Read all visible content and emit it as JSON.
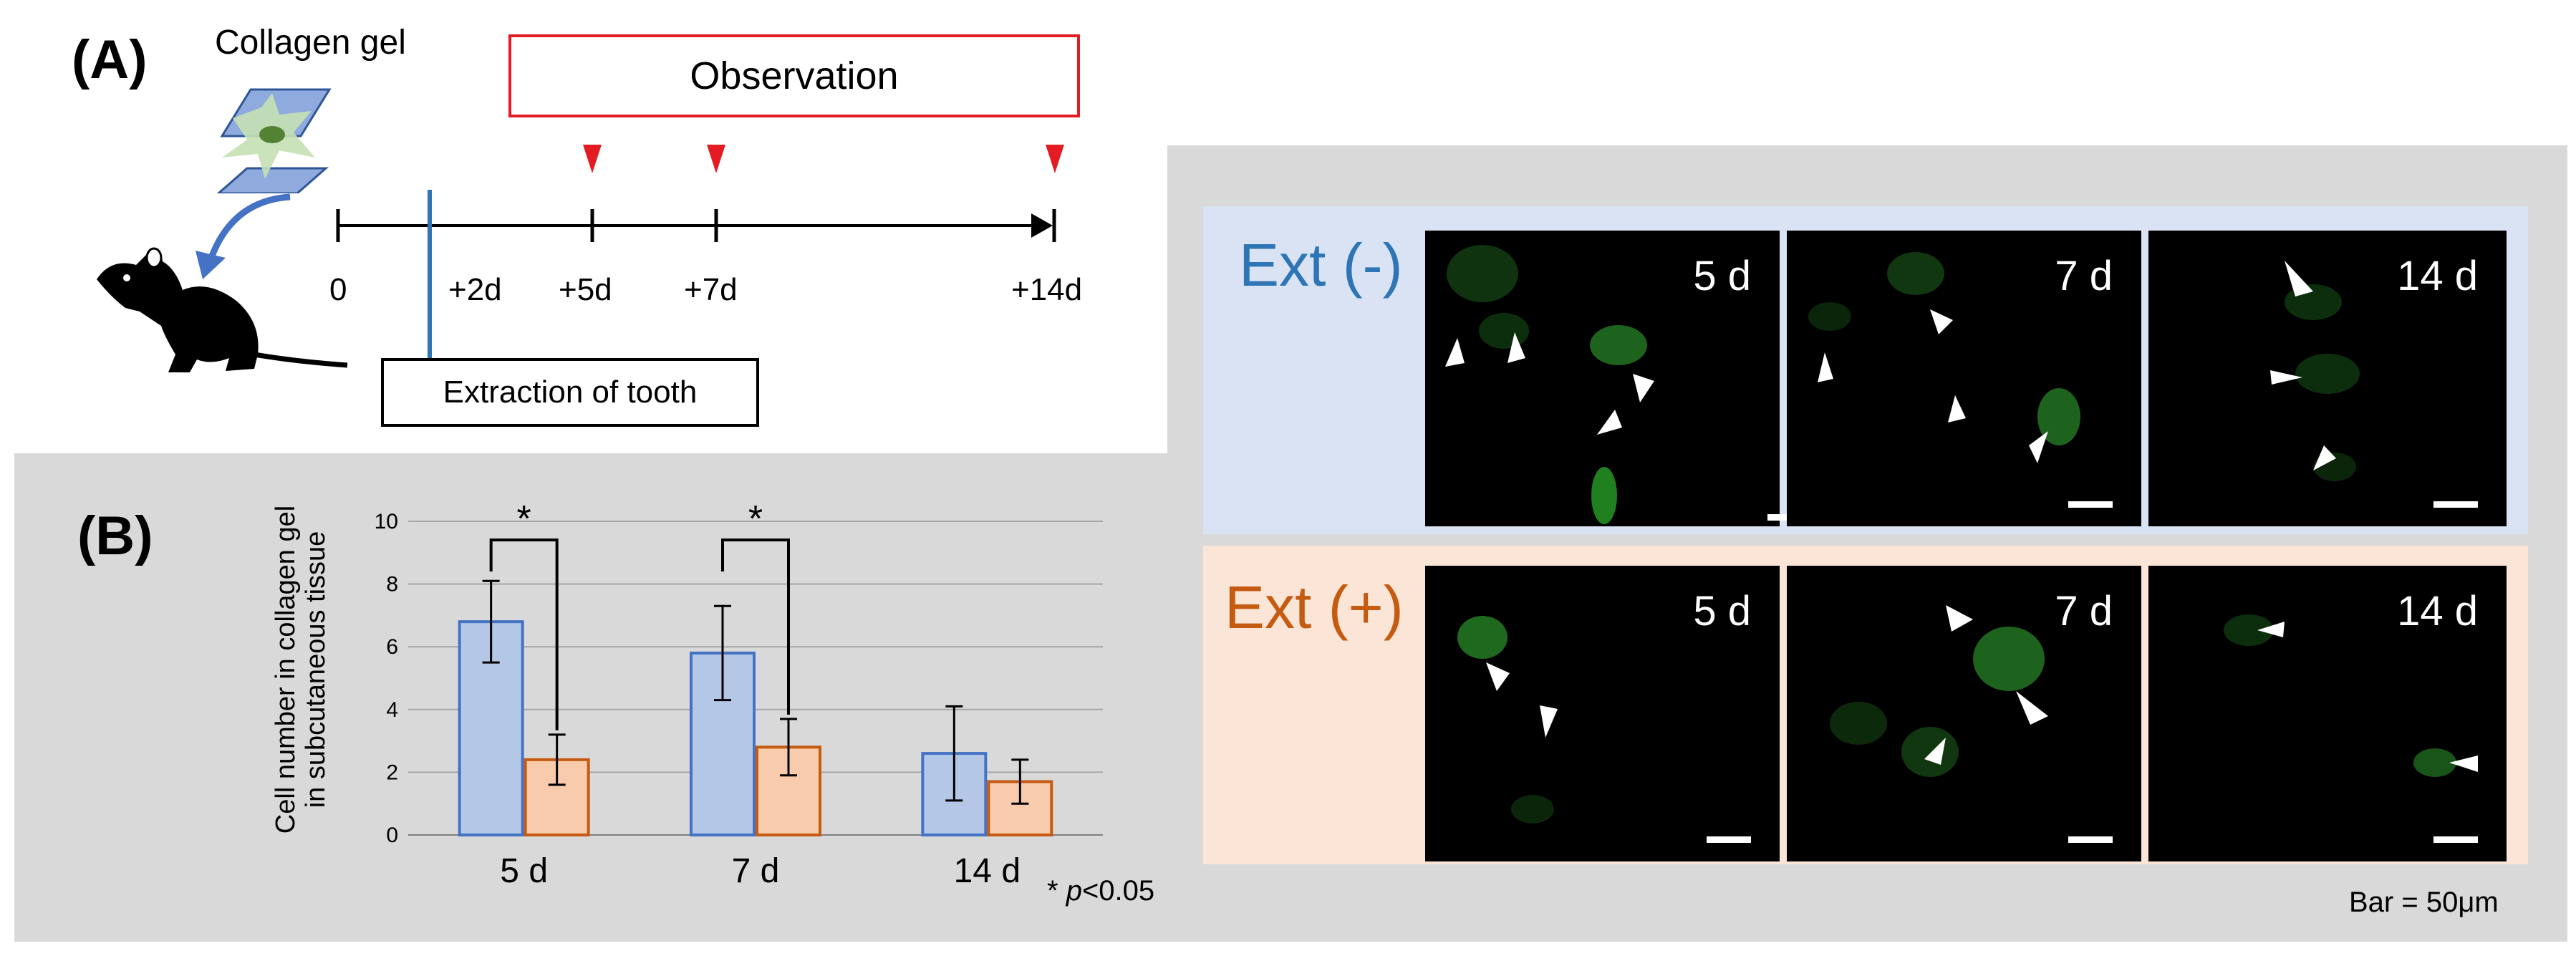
{
  "panel_a": {
    "label": "(A)",
    "collagen_gel_label": "Collagen gel",
    "observation_label": "Observation",
    "extraction_label": "Extraction of tooth",
    "timeline_ticks": [
      "0",
      "+2d",
      "+5d",
      "+7d",
      "+14d"
    ]
  },
  "panel_b": {
    "label": "(B)",
    "significance_note_star": "* ",
    "significance_note_p": "p",
    "significance_note_rest": "<0.05",
    "sig_marker": "*"
  },
  "chart_data": {
    "type": "bar",
    "categories": [
      "5 d",
      "7 d",
      "14 d"
    ],
    "ylabel_line1": "Cell number in collagen gel",
    "ylabel_line2": "in subcutaneous tissue",
    "ylim": [
      0,
      10
    ],
    "yticks": [
      "0",
      "2",
      "4",
      "6",
      "8",
      "10"
    ],
    "grid": true,
    "series": [
      {
        "values": [
          6.8,
          5.8,
          2.6
        ],
        "errors": [
          1.3,
          1.5,
          1.5
        ],
        "color": "#4472c4",
        "fill": "#b4c7e7"
      },
      {
        "values": [
          2.4,
          2.8,
          1.7
        ],
        "errors": [
          0.8,
          0.9,
          0.7
        ],
        "color": "#c55a11",
        "fill": "#f8cbad"
      }
    ],
    "significant_categories": [
      "5 d",
      "7 d"
    ]
  },
  "panel_micro": {
    "ext_minus_label": "Ext (-)",
    "ext_plus_label": "Ext (+)",
    "day_labels": [
      "5 d",
      "7 d",
      "14 d"
    ],
    "bar_note": "Bar = 50μm"
  },
  "colors": {
    "gray_panel": "#d9d9d9",
    "ext_minus_bg": "#dae3f3",
    "ext_plus_bg": "#fbe5d6",
    "ext_minus_text": "#2e75b6",
    "ext_plus_text": "#c55a11",
    "observation_red": "#e31b23",
    "extraction_blue": "#2e75b6"
  }
}
